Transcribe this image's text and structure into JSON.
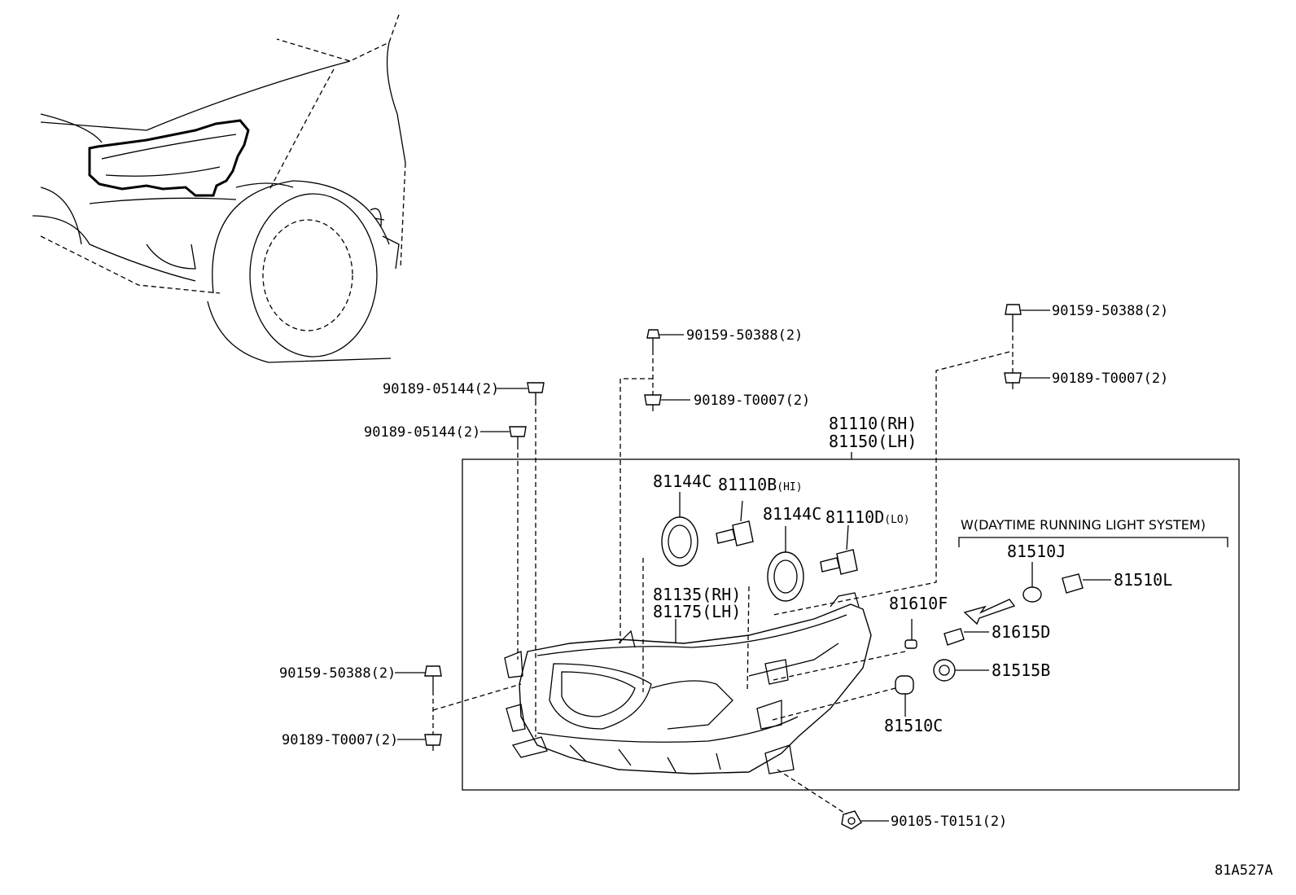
{
  "diagram_id": "81A527A",
  "assembly": {
    "label_rh": "81110(RH)",
    "label_lh": "81150(LH)"
  },
  "system_bracket": "W(DAYTIME RUNNING LIGHT SYSTEM)",
  "labels": {
    "screw_top_center": "90159-50388(2)",
    "clip_top_center": "90189-T0007(2)",
    "screw_top_right": "90159-50388(2)",
    "clip_top_right": "90189-T0007(2)",
    "clip_left_a": "90189-05144(2)",
    "clip_left_b": "90189-05144(2)",
    "screw_left": "90159-50388(2)",
    "clip_left": "90189-T0007(2)",
    "bolt_bottom": "90105-T0151(2)",
    "seal_hi": "81144C",
    "bulb_hi_num": "81110B",
    "bulb_hi_tag": "(HI)",
    "seal_lo": "81144C",
    "bulb_lo_num": "81110D",
    "bulb_lo_tag": "(LO)",
    "bracket_rh": "81135(RH)",
    "bracket_lh": "81175(LH)",
    "bulb_drl": "81510J",
    "socket_drl": "81510L",
    "bulb_small": "81610F",
    "socket_small": "81615D",
    "socket_turn": "81515B",
    "bulb_turn": "81510C"
  }
}
